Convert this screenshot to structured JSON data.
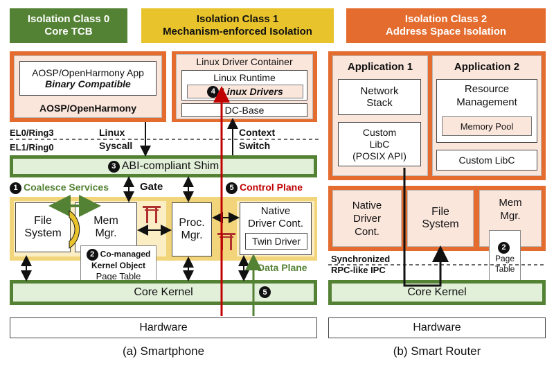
{
  "headers": {
    "class0": [
      "Isolation Class 0",
      "Core TCB"
    ],
    "class1": [
      "Isolation Class 1",
      "Mechanism-enforced Isolation"
    ],
    "class2": [
      "Isolation Class 2",
      "Address Space Isolation"
    ]
  },
  "colors": {
    "class0": "#548235",
    "class1": "#e8c32c",
    "class2": "#e46c2e",
    "control_plane": "#c00000",
    "data_plane": "#548235"
  },
  "smartphone": {
    "aosp_app_line1": "AOSP/OpenHarmony App",
    "aosp_app_line2": "Binary Compatible",
    "aosp_label": "AOSP/OpenHarmony",
    "ldc_title": "Linux Driver Container",
    "linux_runtime": "Linux Runtime",
    "linux_drivers_num": "4",
    "linux_drivers": "Linux Drivers",
    "dc_base": "DC-Base",
    "el0": "EL0/Ring3",
    "el1": "EL1/Ring0",
    "linux_syscall": [
      "Linux",
      "Syscall"
    ],
    "context_switch": [
      "Context",
      "Switch"
    ],
    "shim_num": "3",
    "shim": "ABI-compliant Shim",
    "coalesce_num": "1",
    "coalesce": "Coalesce Services",
    "gate": "Gate",
    "control_num": "5",
    "control_plane": "Control Plane",
    "file_system": [
      "File",
      "System"
    ],
    "mem_mgr": [
      "Mem",
      "Mgr."
    ],
    "proc_mgr": [
      "Proc.",
      "Mgr."
    ],
    "native_driver": [
      "Native",
      "Driver Cont."
    ],
    "twin_driver": "Twin Driver",
    "comanaged_num": "2",
    "comanaged": [
      "Co-managed",
      "Kernel Object"
    ],
    "page_table": "Page Table",
    "data_plane": "Data Plane",
    "core_kernel": "Core Kernel",
    "core_num": "5",
    "hardware": "Hardware",
    "caption": "(a) Smartphone"
  },
  "router": {
    "app1": "Application 1",
    "app2": "Application 2",
    "network_stack": [
      "Network",
      "Stack"
    ],
    "custom_libc": [
      "Custom",
      "LibC",
      "(POSIX API)"
    ],
    "resource_mgmt": [
      "Resource",
      "Management"
    ],
    "memory_pool": "Memory Pool",
    "custom_libc2": "Custom LibC",
    "native_driver": [
      "Native",
      "Driver",
      "Cont."
    ],
    "file_system": [
      "File",
      "System"
    ],
    "mem_mgr": [
      "Mem",
      "Mgr."
    ],
    "page_table_num": "2",
    "page_table": [
      "Page",
      "Table"
    ],
    "sync_ipc": [
      "Synchronized",
      "RPC-like IPC"
    ],
    "core_kernel": "Core Kernel",
    "hardware": "Hardware",
    "caption": "(b) Smart Router"
  }
}
